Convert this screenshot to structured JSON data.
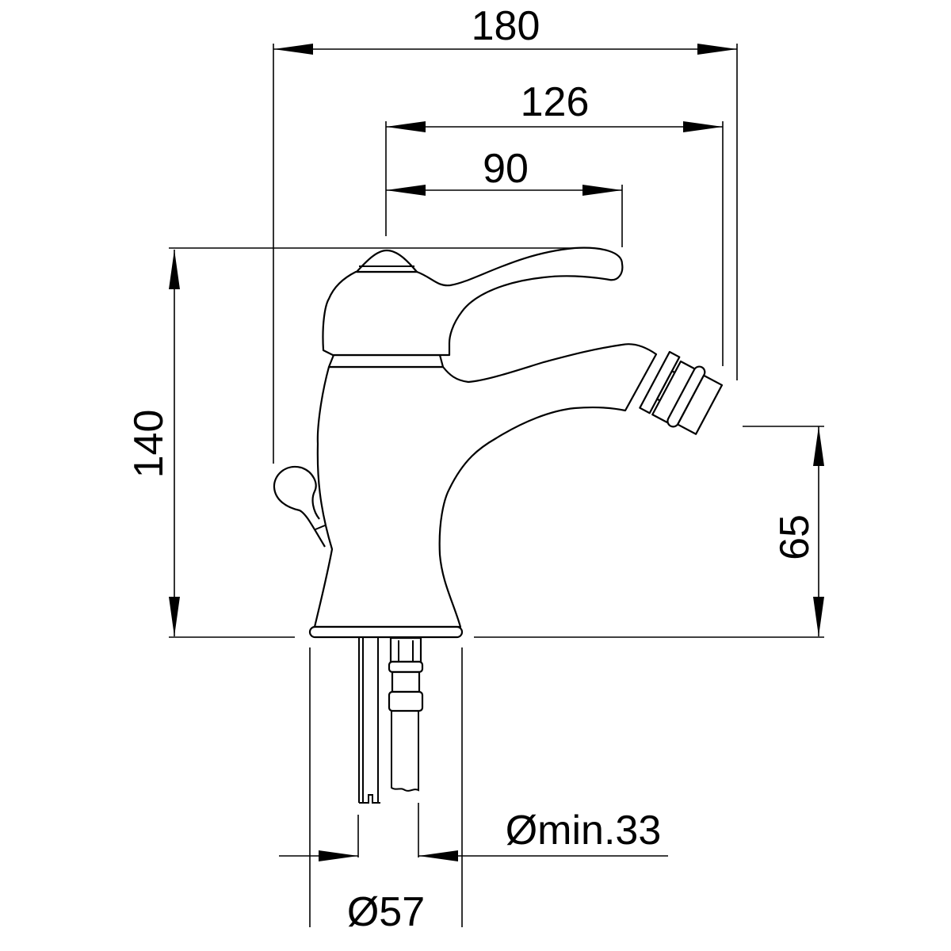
{
  "title": "Bidet mixer dimension drawing",
  "dimensions": {
    "overall_length": "180",
    "spout_reach": "126",
    "lever_reach": "90",
    "overall_height": "140",
    "spout_height": "65",
    "base_diameter": "Ø57",
    "hole_diameter": "Ømin.33"
  },
  "colors": {
    "line": "#000000",
    "background": "#ffffff"
  }
}
